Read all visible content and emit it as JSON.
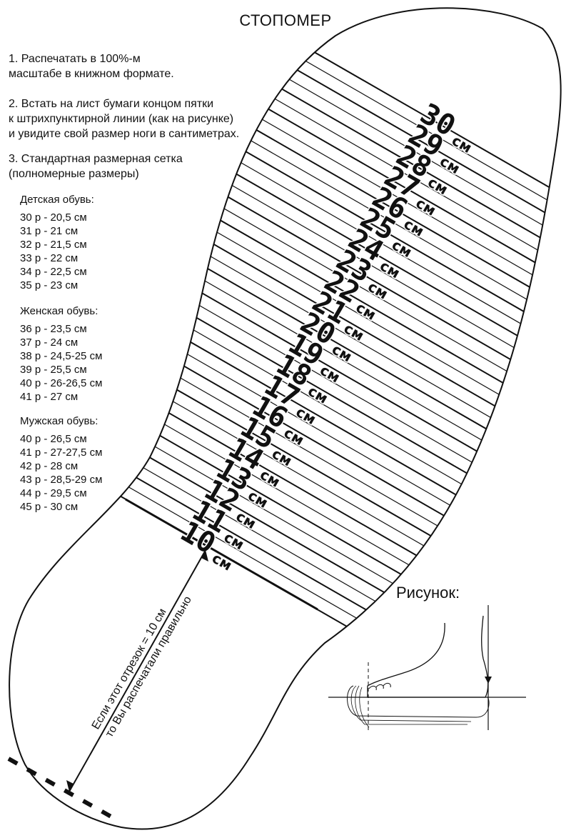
{
  "title": "СТОПОМЕР",
  "instructions": {
    "step1": [
      "1. Распечатать в 100%-м",
      "масштабе в книжном формате."
    ],
    "step2": [
      "2. Встать на лист бумаги концом пятки",
      "к штрихпунктирной линии (как на рисунке)",
      "и увидите свой размер ноги в сантиметрах."
    ],
    "step3": [
      "3. Стандартная размерная сетка",
      "(полномерные размеры)"
    ]
  },
  "size_tables": {
    "kids": {
      "heading": "Детская обувь:",
      "rows": [
        "30 р - 20,5 см",
        "31 р - 21 см",
        "32 р - 21,5 см",
        "33 р - 22 см",
        "34 р - 22,5 см",
        "35 р - 23 см"
      ]
    },
    "women": {
      "heading": "Женская обувь:",
      "rows": [
        "36 р - 23,5 см",
        "37 р - 24 см",
        "38 р - 24,5-25 см",
        "39 р - 25,5 см",
        "40 р - 26-26,5 см",
        "41 р - 27 см"
      ]
    },
    "men": {
      "heading": "Мужская обувь:",
      "rows": [
        "40 р - 26,5 см",
        "41 р - 27-27,5 см",
        "42 р - 28 см",
        "43 р - 28,5-29 см",
        "44 р - 29,5 см",
        "45 р - 30 см"
      ]
    }
  },
  "ruler": {
    "numbers": [
      "10",
      "11",
      "12",
      "13",
      "14",
      "15",
      "16",
      "17",
      "18",
      "19",
      "20",
      "21",
      "22",
      "23",
      "24",
      "25",
      "26",
      "27",
      "28",
      "29",
      "30"
    ],
    "unit": "см"
  },
  "calibration": {
    "line1": "Если этот отрезок = 10 см",
    "line2": "то Вы распечатали правильно"
  },
  "figure": {
    "label": "Рисунок:"
  },
  "colors": {
    "ink": "#111111",
    "background": "#ffffff"
  }
}
